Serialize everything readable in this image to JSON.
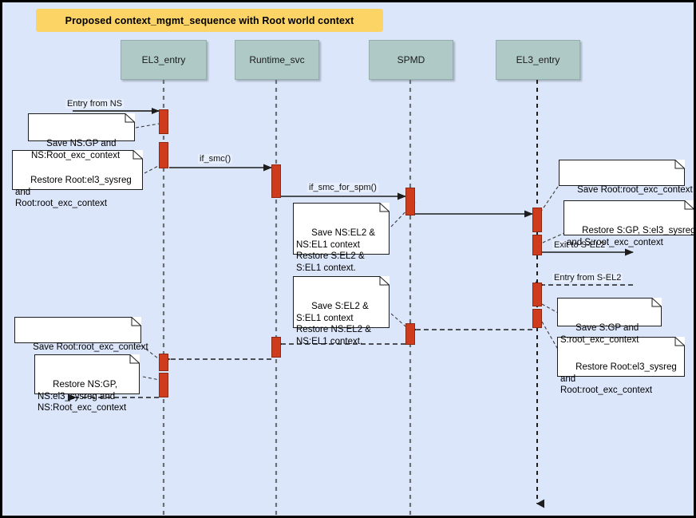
{
  "diagram": {
    "title": "Proposed context_mgmt_sequence with Root world context",
    "background_color": "#dce6fa",
    "title_color": "#fbd465",
    "participant_color": "#aec9c6",
    "activation_color": "#cf3c1d",
    "note_color": "#ffffff"
  },
  "participants": [
    {
      "name": "EL3_entry",
      "id": "el3-entry-1"
    },
    {
      "name": "Runtime_svc",
      "id": "runtime-svc"
    },
    {
      "name": "SPMD",
      "id": "spmd"
    },
    {
      "name": "EL3_entry",
      "id": "el3-entry-2"
    }
  ],
  "messages": [
    {
      "label": "Entry from NS",
      "id": "entry-from-ns"
    },
    {
      "label": "if_smc()",
      "id": "if-smc"
    },
    {
      "label": "if_smc_for_spm()",
      "id": "if-smc-for-spm"
    },
    {
      "label": "Exit to S-EL2",
      "id": "exit-to-s-el2"
    },
    {
      "label": "Entry from S-EL2",
      "id": "entry-from-s-el2"
    }
  ],
  "notes": [
    {
      "id": "note-save-ns-gp",
      "text": "Save NS:GP and\nNS:Root_exc_context"
    },
    {
      "id": "note-restore-root-el3",
      "text": "Restore Root:el3_sysreg\nand\nRoot:root_exc_context"
    },
    {
      "id": "note-save-ns-el2",
      "text": "Save NS:EL2 &\nNS:EL1 context\nRestore S:EL2 &\nS:EL1 context."
    },
    {
      "id": "note-save-root-exc-1",
      "text": "Save Root:root_exc_context"
    },
    {
      "id": "note-restore-s-gp",
      "text": "Restore S:GP, S:el3_sysreg\nand S:root_exc_context"
    },
    {
      "id": "note-save-s-gp",
      "text": "Save S:GP and\nS:root_exc_context"
    },
    {
      "id": "note-restore-root-el3-2",
      "text": "Restore Root:el3_sysreg\nand\nRoot:root_exc_context"
    },
    {
      "id": "note-save-s-el2",
      "text": "Save S:EL2 &\nS:EL1 context\nRestore NS:EL2 &\nNS:EL1 context."
    },
    {
      "id": "note-save-root-exc-2",
      "text": "Save Root:root_exc_context"
    },
    {
      "id": "note-restore-ns-gp",
      "text": "Restore NS:GP,\nNS:el3_sysreg and\nNS:Root_exc_context"
    }
  ]
}
